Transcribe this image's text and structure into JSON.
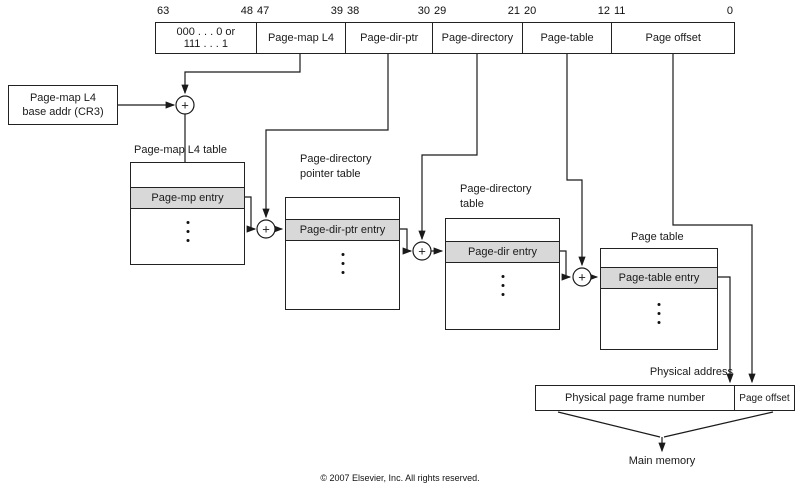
{
  "adder_symbol": "+",
  "bit_fields": {
    "segments": [
      {
        "high": "63",
        "low": "48",
        "line1": "000 . . . 0 or",
        "line2": "111 . . . 1"
      },
      {
        "high": "47",
        "low": "39",
        "label": "Page-map L4"
      },
      {
        "high": "38",
        "low": "30",
        "label": "Page-dir-ptr"
      },
      {
        "high": "29",
        "low": "21",
        "label": "Page-directory"
      },
      {
        "high": "20",
        "low": "12",
        "label": "Page-table"
      },
      {
        "high": "11",
        "low": "0",
        "label": "Page offset"
      }
    ]
  },
  "cr3": {
    "line1": "Page-map L4",
    "line2": "base addr (CR3)"
  },
  "tables": [
    {
      "title": "Page-map L4 table",
      "entry": "Page-mp entry"
    },
    {
      "title_line1": "Page-directory",
      "title_line2": "pointer table",
      "entry": "Page-dir-ptr entry"
    },
    {
      "title_line1": "Page-directory",
      "title_line2": "table",
      "entry": "Page-dir entry"
    },
    {
      "title": "Page table",
      "entry": "Page-table entry"
    }
  ],
  "physical": {
    "label": "Physical address",
    "frame": "Physical page frame number",
    "offset": "Page offset"
  },
  "main_memory": "Main memory",
  "copyright": "© 2007 Elsevier, Inc. All rights reserved.",
  "colors": {
    "entry_shade": "#d8d8d8",
    "line": "#1a1a1a"
  }
}
